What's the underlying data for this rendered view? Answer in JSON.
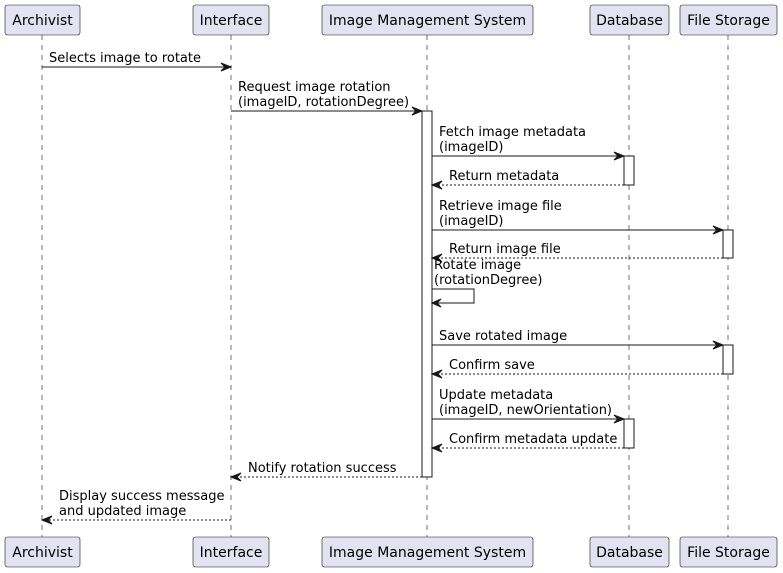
{
  "participants": [
    {
      "id": "archivist",
      "label": "Archivist"
    },
    {
      "id": "interface",
      "label": "Interface"
    },
    {
      "id": "ims",
      "label": "Image Management System"
    },
    {
      "id": "database",
      "label": "Database"
    },
    {
      "id": "file_storage",
      "label": "File Storage"
    }
  ],
  "messages": [
    {
      "from": "archivist",
      "to": "interface",
      "style": "solid",
      "lines": [
        "Selects image to rotate"
      ]
    },
    {
      "from": "interface",
      "to": "ims",
      "style": "solid",
      "lines": [
        "Request image rotation",
        "(imageID, rotationDegree)"
      ]
    },
    {
      "from": "ims",
      "to": "database",
      "style": "solid",
      "lines": [
        "Fetch image metadata",
        "(imageID)"
      ]
    },
    {
      "from": "database",
      "to": "ims",
      "style": "dashed",
      "lines": [
        "Return metadata"
      ]
    },
    {
      "from": "ims",
      "to": "file_storage",
      "style": "solid",
      "lines": [
        "Retrieve image file",
        "(imageID)"
      ]
    },
    {
      "from": "file_storage",
      "to": "ims",
      "style": "dashed",
      "lines": [
        "Return image file"
      ]
    },
    {
      "from": "ims",
      "to": "ims",
      "style": "solid",
      "lines": [
        "Rotate image",
        "(rotationDegree)"
      ]
    },
    {
      "from": "ims",
      "to": "file_storage",
      "style": "solid",
      "lines": [
        "Save rotated image"
      ]
    },
    {
      "from": "file_storage",
      "to": "ims",
      "style": "dashed",
      "lines": [
        "Confirm save"
      ]
    },
    {
      "from": "ims",
      "to": "database",
      "style": "solid",
      "lines": [
        "Update metadata",
        "(imageID, newOrientation)"
      ]
    },
    {
      "from": "database",
      "to": "ims",
      "style": "dashed",
      "lines": [
        "Confirm metadata update"
      ]
    },
    {
      "from": "ims",
      "to": "interface",
      "style": "dashed",
      "lines": [
        "Notify rotation success"
      ]
    },
    {
      "from": "interface",
      "to": "archivist",
      "style": "dashed",
      "lines": [
        "Display success message",
        "and updated image"
      ]
    }
  ],
  "colors": {
    "participant_fill": "#e2e2f0",
    "line": "#181818",
    "text": "#000000",
    "background": "#ffffff"
  }
}
